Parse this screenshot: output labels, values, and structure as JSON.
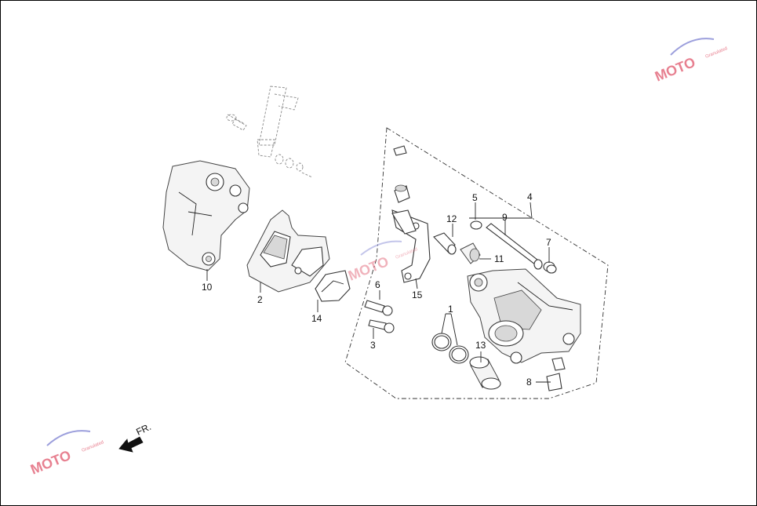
{
  "diagram": {
    "callouts": [
      "1",
      "2",
      "3",
      "4",
      "5",
      "6",
      "7",
      "8",
      "9",
      "10",
      "11",
      "12",
      "13",
      "14",
      "15"
    ],
    "front_label": "FR.",
    "watermark": {
      "text": "MOTO",
      "subtext": "Granulated",
      "color_primary": "#e0566b",
      "color_secondary": "#7b7fd1"
    }
  }
}
